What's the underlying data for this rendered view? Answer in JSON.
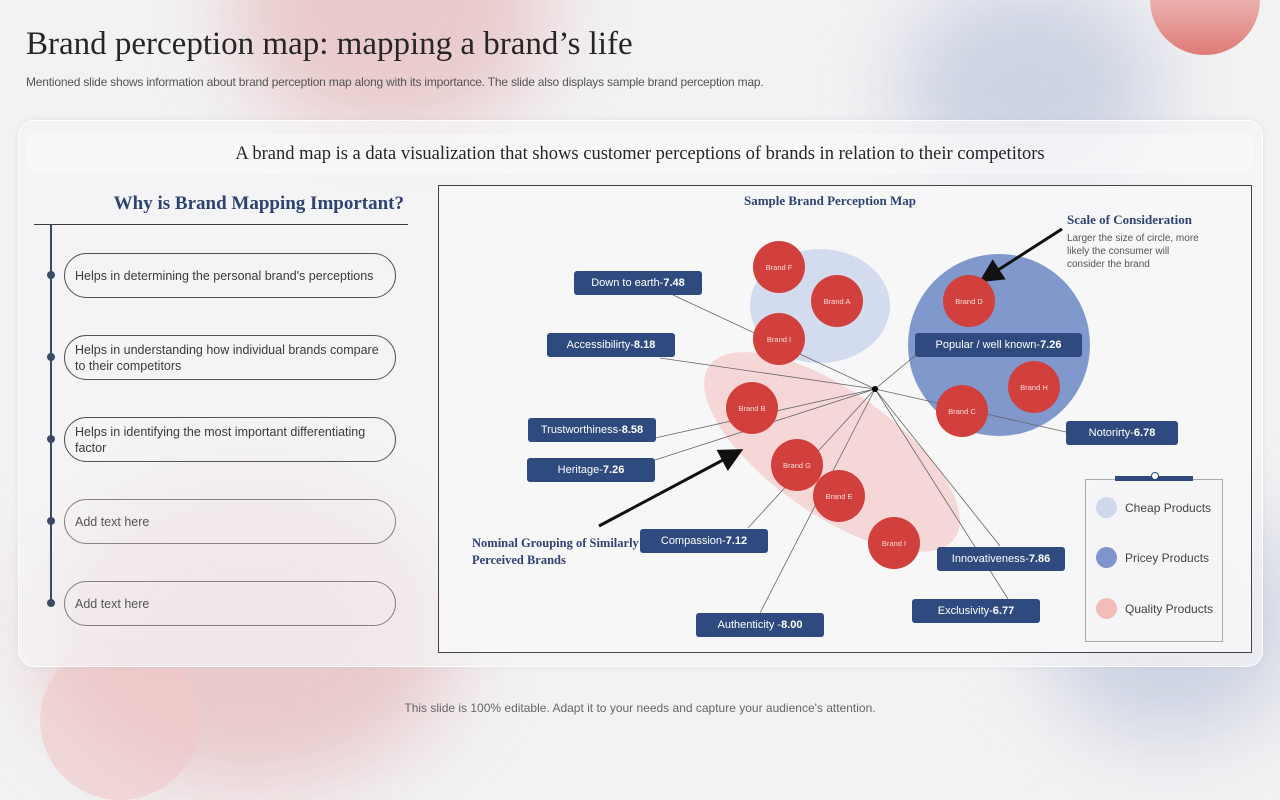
{
  "slide": {
    "title": "Brand perception map: mapping a brand’s life",
    "subtitle": "Mentioned slide shows information about brand perception map along with its importance. The slide also displays sample brand perception map.",
    "banner": "A brand map is a data visualization that shows customer perceptions of brands in relation to their competitors",
    "footer": "This slide is 100% editable. Adapt it to your needs and capture your audience's attention."
  },
  "why": {
    "heading": "Why is Brand Mapping Important?",
    "items": [
      {
        "text": "Helps in determining the personal brand's perceptions"
      },
      {
        "text": "Helps in understanding how individual brands compare to their competitors"
      },
      {
        "text": "Helps in identifying the most important differentiating factor"
      },
      {
        "text": "Add text here"
      },
      {
        "text": "Add text here"
      }
    ]
  },
  "map": {
    "title": "Sample Brand Perception Map",
    "scale": {
      "title": "Scale of Consideration",
      "description": "Larger the size of circle, more likely the consumer will consider the brand"
    },
    "nominal_label": "Nominal Grouping of Similarly Perceived Brands",
    "brands": [
      {
        "label": "Brand F",
        "group": "cheap"
      },
      {
        "label": "Brand A",
        "group": "cheap"
      },
      {
        "label": "Brand I",
        "group": "cheap"
      },
      {
        "label": "Brand D",
        "group": "pricey"
      },
      {
        "label": "Brand H",
        "group": "pricey"
      },
      {
        "label": "Brand C",
        "group": "pricey"
      },
      {
        "label": "Brand B",
        "group": "quality"
      },
      {
        "label": "Brand G",
        "group": "quality"
      },
      {
        "label": "Brand E",
        "group": "quality"
      },
      {
        "label": "Brand I",
        "group": "quality"
      }
    ],
    "attributes": [
      {
        "name": "Down to earth-",
        "value": "7.48"
      },
      {
        "name": "Accessibilirty-",
        "value": "8.18"
      },
      {
        "name": "Trustworthiness-",
        "value": "8.58"
      },
      {
        "name": "Heritage-",
        "value": "7.26"
      },
      {
        "name": "Compassion-",
        "value": "7.12"
      },
      {
        "name": "Authenticity -",
        "value": "8.00"
      },
      {
        "name": "Popular / well known-",
        "value": "7.26"
      },
      {
        "name": "Notorirty-",
        "value": "6.78"
      },
      {
        "name": "Innovativeness-",
        "value": "7.86"
      },
      {
        "name": "Exclusivity-",
        "value": "6.77"
      }
    ],
    "legend": [
      {
        "label": "Cheap Products",
        "color": "#cfd8ec"
      },
      {
        "label": "Pricey Products",
        "color": "#7f95cc"
      },
      {
        "label": "Quality Products",
        "color": "#f2bcb8"
      }
    ],
    "colors": {
      "brand": "#d1403c",
      "attribute_box": "#2f4a7e",
      "cheap_region": "#d3dbee",
      "pricey_region": "#8098cc",
      "quality_region": "#f5d3d3"
    }
  }
}
